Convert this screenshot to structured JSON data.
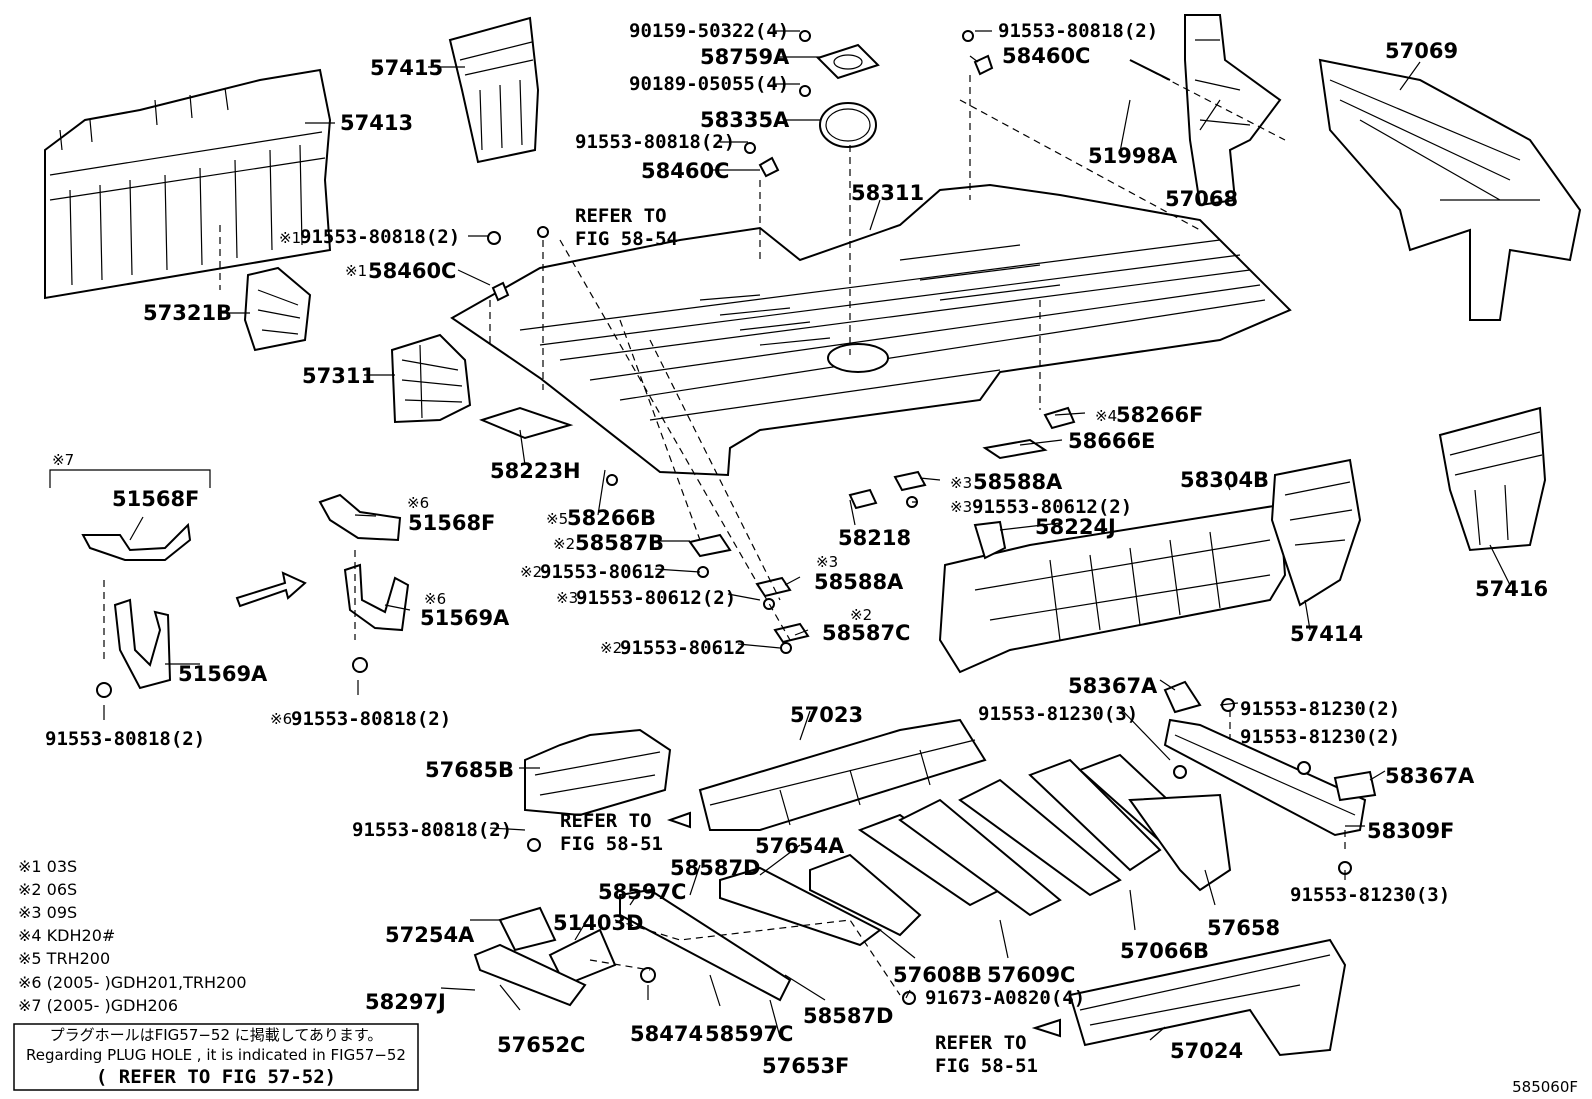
{
  "diagram_id": "585060F",
  "parts": {
    "p57415": "57415",
    "p57413": "57413",
    "p57321B": "57321B",
    "p57311": "57311",
    "p9015950322": "90159-50322(4)",
    "p58759A": "58759A",
    "p9018905055": "90189-05055(4)",
    "p58335A": "58335A",
    "p9155380818a": "91553-80818(2)",
    "p58460Ca": "58460C",
    "p58311": "58311",
    "p9155380818b": "91553-80818(2)",
    "p58460Cb": "58460C",
    "p9155380818c": "91553-80818(2)",
    "p58460Cc": "58460C",
    "refer5854": [
      "REFER TO",
      "FIG 58-54"
    ],
    "p57069": "57069",
    "p51998A": "51998A",
    "p57068": "57068",
    "p58266F": "58266F",
    "p58666E": "58666E",
    "p58223H": "58223H",
    "p58588Aa": "58588A",
    "p9155380612a": "91553-80612(2)",
    "p58266B": "58266B",
    "p58218": "58218",
    "p58224J": "58224J",
    "p58587B": "58587B",
    "p9155380612b": "91553-80612",
    "p58588Ab": "58588A",
    "p9155380612c": "91553-80612(2)",
    "p58587C": "58587C",
    "p9155380612d": "91553-80612",
    "p58304B": "58304B",
    "p57414": "57414",
    "p57416": "57416",
    "p51568Fa": "51568F",
    "p51569Aa": "51569A",
    "p9155380818d": "91553-80818(2)",
    "p51568Fb": "51568F",
    "p51569Ab": "51569A",
    "p9155380818e": "91553-80818(2)",
    "p58367Aa": "58367A",
    "p9155381230a": "91553-81230(2)",
    "p9155381230b": "91553-81230(3)",
    "p9155381230c": "91553-81230(2)",
    "p58367Ab": "58367A",
    "p58309F": "58309F",
    "p9155381230d": "91553-81230(3)",
    "p57023": "57023",
    "p57685B": "57685B",
    "p9155380818f": "91553-80818(2)",
    "refer5851a": [
      "REFER TO",
      "FIG 58-51"
    ],
    "p57654A": "57654A",
    "p58587Da": "58587D",
    "p58597Ca": "58597C",
    "p51403D": "51403D",
    "p57254A": "57254A",
    "p58297J": "58297J",
    "p57652C": "57652C",
    "p58474": "58474",
    "p58597Cb": "58597C",
    "p57653F": "57653F",
    "p58587Db": "58587D",
    "p57608B": "57608B",
    "p57609C": "57609C",
    "p57066B": "57066B",
    "p57658": "57658",
    "p9167300820": "91673-A0820(4)",
    "p57024": "57024",
    "refer5851b": [
      "REFER TO",
      "FIG 58-51"
    ]
  },
  "marks": {
    "m1": "※1",
    "m2": "※2",
    "m3": "※3",
    "m4": "※4",
    "m5": "※5",
    "m6": "※6",
    "m7": "※7"
  },
  "legend": [
    "※1 03S",
    "※2 06S",
    "※3 09S",
    "※4 KDH20#",
    "※5 TRH200",
    "※6 (2005-   )GDH201,TRH200",
    "※7 (2005-   )GDH206"
  ],
  "notebox": {
    "line1": "プラグホールはFIG57−52 に掲載してあります。",
    "line2": "Regarding PLUG HOLE , it is indicated in FIG57−52",
    "line3": "( REFER TO FIG 57-52)"
  }
}
